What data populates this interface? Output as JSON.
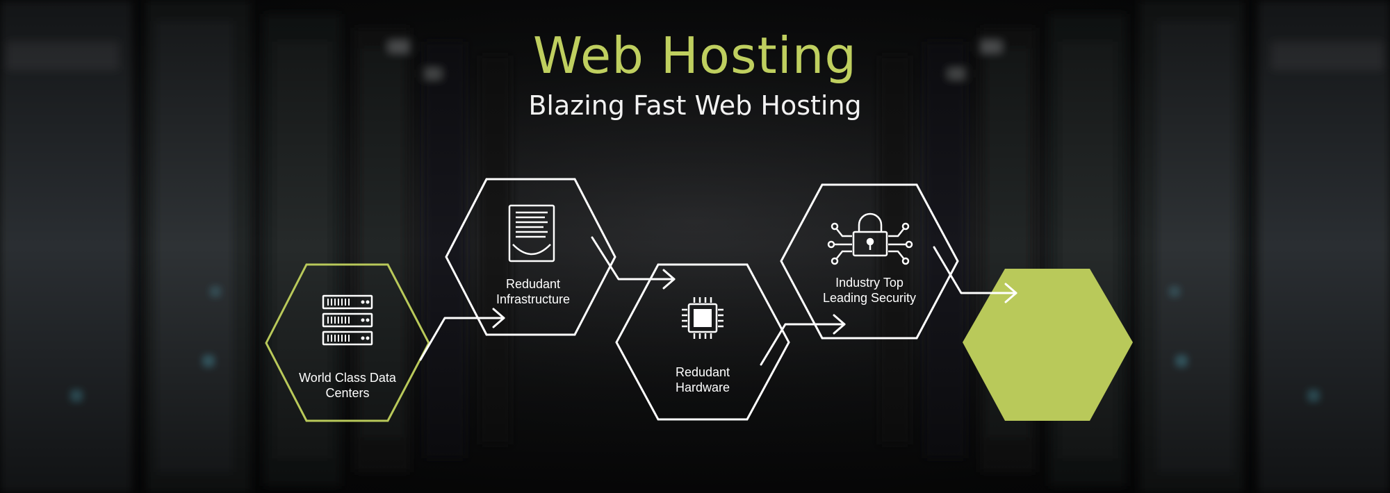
{
  "hero": {
    "title": "Web Hosting",
    "subtitle": "Blazing Fast Web Hosting"
  },
  "features": [
    {
      "line1": "World Class Data",
      "line2": "Centers",
      "icon": "server-rack-icon"
    },
    {
      "line1": "Redudant",
      "line2": "Infrastructure",
      "icon": "infrastructure-tray-icon"
    },
    {
      "line1": "Redudant",
      "line2": "Hardware",
      "icon": "cpu-chip-icon"
    },
    {
      "line1": "Industry Top",
      "line2": "Leading Security",
      "icon": "circuit-lock-icon"
    }
  ],
  "colors": {
    "accent": "#b9c95a",
    "outline": "#ffffff",
    "title": "#bfcf5f",
    "background": "#141516"
  }
}
